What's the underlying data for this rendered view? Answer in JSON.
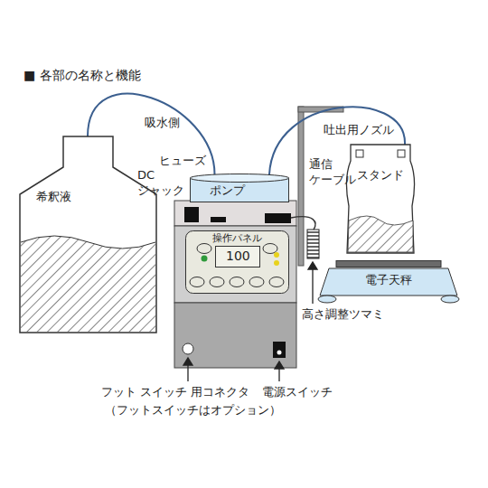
{
  "diagram": {
    "title": "■ 各部の名称と機能",
    "nodes": [
      {
        "text": [
          "希釈液"
        ]
      },
      {
        "text": [
          "ポンプ"
        ]
      },
      {
        "text": [
          "操作パネル"
        ]
      },
      {
        "text": [
          "100"
        ],
        "in": 2
      },
      {
        "text": [
          "スタンド"
        ]
      },
      {
        "text": [
          "電子天秤"
        ]
      }
    ],
    "edges": [
      {
        "from": 0,
        "to": 1,
        "arrow": "none"
      },
      {
        "from": 1,
        "to": 4,
        "arrow": "none"
      }
    ],
    "labels": [
      "吸水側",
      "ヒューズ",
      "DC ジャック",
      "通信 ケーブル",
      "吐出用ノズル",
      "高さ調整ツマミ",
      "フット スイッチ 用コネクタ",
      "（フットスイッチはオプション）",
      "電源スイッチ"
    ]
  }
}
